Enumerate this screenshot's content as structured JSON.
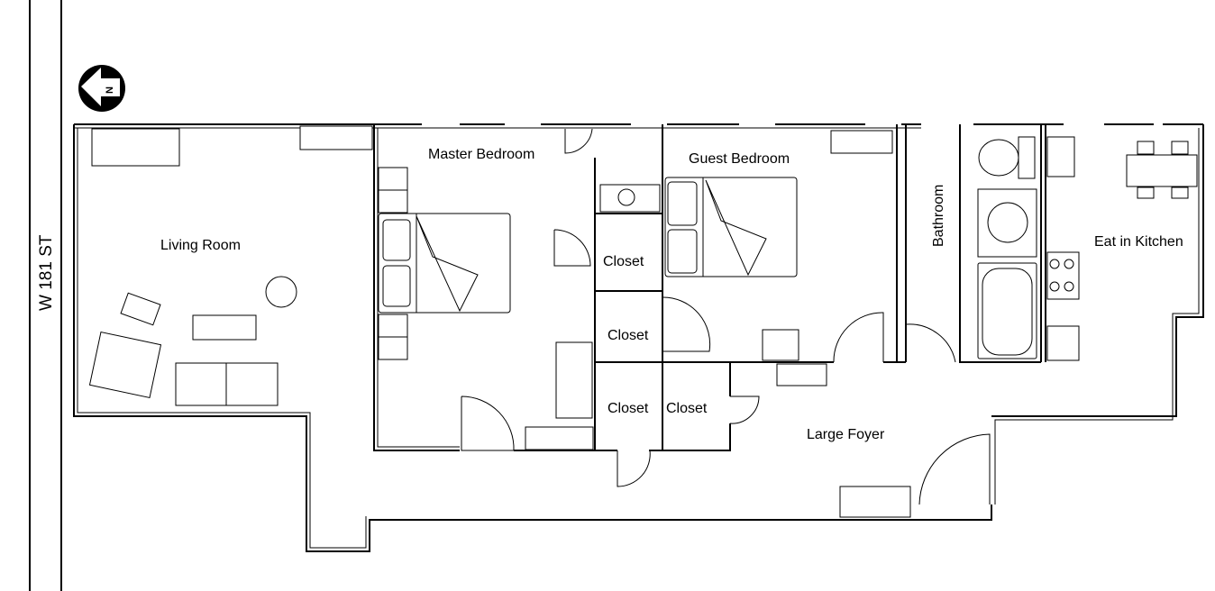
{
  "street": {
    "name": "W 181 ST"
  },
  "compass": {
    "label": "N"
  },
  "rooms": {
    "living_room": "Living Room",
    "master_bedroom": "Master Bedroom",
    "guest_bedroom": "Guest Bedroom",
    "bathroom": "Bathroom",
    "kitchen": "Eat in Kitchen",
    "foyer": "Large Foyer",
    "closets": [
      "Closet",
      "Closet",
      "Closet",
      "Closet"
    ]
  }
}
